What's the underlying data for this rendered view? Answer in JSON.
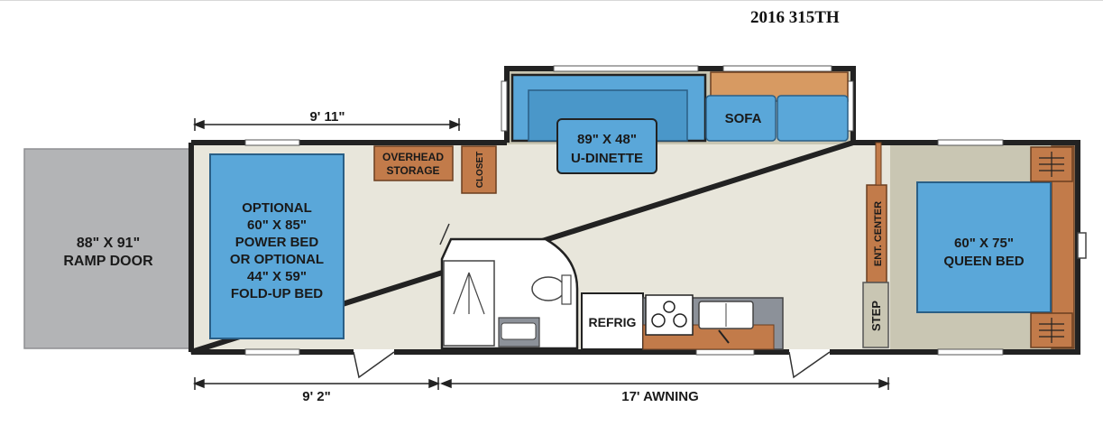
{
  "header": {
    "model": "2016 315TH"
  },
  "dimensions": {
    "top_garage": "9' 11\"",
    "bottom_garage": "9' 2\"",
    "awning": "17' AWNING"
  },
  "rooms": {
    "ramp_door": [
      "88\" X 91\"",
      "RAMP DOOR"
    ],
    "power_bed": [
      "OPTIONAL",
      "60\" X 85\"",
      "POWER BED",
      "OR OPTIONAL",
      "44\" X 59\"",
      "FOLD-UP BED"
    ],
    "overhead_storage": [
      "OVERHEAD",
      "STORAGE"
    ],
    "closet": "CLOSET",
    "dinette": [
      "89\" X 48\"",
      "U-DINETTE"
    ],
    "sofa": "SOFA",
    "refrig": "REFRIG",
    "ent_center": "ENT. CENTER",
    "step": "STEP",
    "queen_bed": [
      "60\" X 75\"",
      "QUEEN BED"
    ]
  },
  "colors": {
    "wall": "#222222",
    "floor": "#e8e6db",
    "ramp": "#b3b4b6",
    "bed": "#5aa7d9",
    "wood": "#c27b4a",
    "bed_room_floor": "#c9c6b3",
    "counter": "#8c9199"
  }
}
